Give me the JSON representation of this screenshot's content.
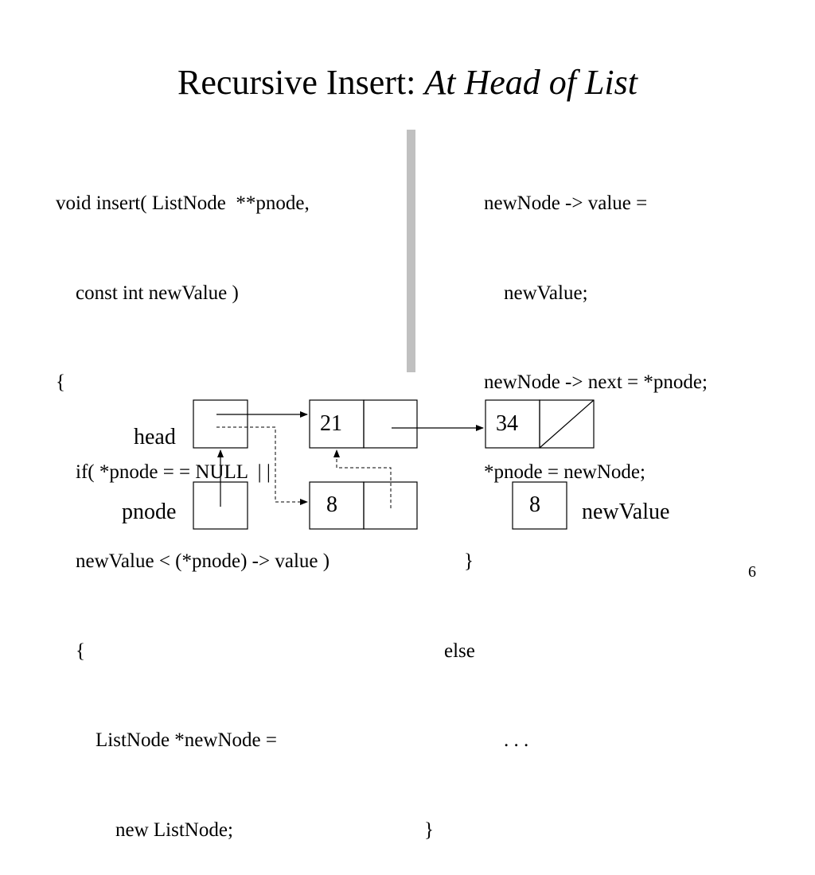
{
  "title": {
    "main": "Recursive Insert: ",
    "italic": "At Head of List"
  },
  "code_left": [
    "void insert( ListNode  **pnode,",
    "    const int newValue )",
    "{",
    "    if( *pnode = = NULL  | |",
    "    newValue < (*pnode) -> value )",
    "    {",
    "        ListNode *newNode =",
    "            new ListNode;"
  ],
  "code_right": [
    "            newNode -> value =",
    "                newValue;",
    "            newNode -> next = *pnode;",
    "            *pnode = newNode;",
    "        }",
    "    else",
    "                . . .",
    "}"
  ],
  "diagram": {
    "labels": {
      "head": "head",
      "pnode": "pnode",
      "new_value": "newValue"
    },
    "nodes": {
      "first": "21",
      "second": "34",
      "new": "8",
      "new_value_box": "8"
    }
  },
  "page_number": "6"
}
